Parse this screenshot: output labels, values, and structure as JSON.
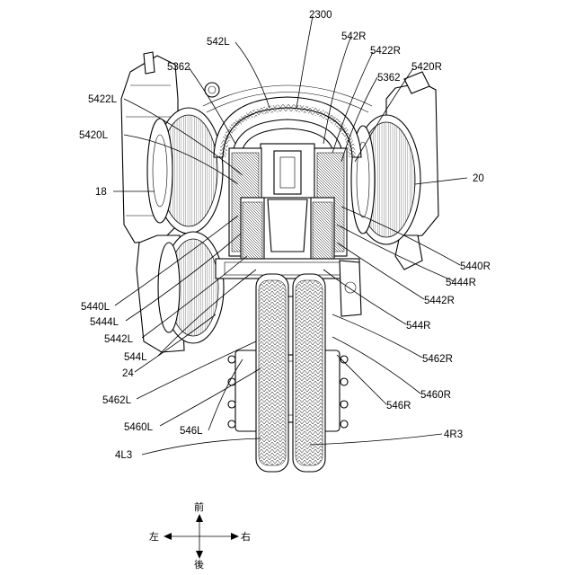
{
  "figure": {
    "labels": [
      {
        "id": "2300",
        "text": "2300"
      },
      {
        "id": "542L",
        "text": "542L"
      },
      {
        "id": "542R",
        "text": "542R"
      },
      {
        "id": "5422R",
        "text": "5422R"
      },
      {
        "id": "5362a",
        "text": "5362"
      },
      {
        "id": "5362b",
        "text": "5362"
      },
      {
        "id": "5420R",
        "text": "5420R"
      },
      {
        "id": "5422L",
        "text": "5422L"
      },
      {
        "id": "5420L",
        "text": "5420L"
      },
      {
        "id": "18",
        "text": "18"
      },
      {
        "id": "20",
        "text": "20"
      },
      {
        "id": "5440R",
        "text": "5440R"
      },
      {
        "id": "5444R",
        "text": "5444R"
      },
      {
        "id": "5442R",
        "text": "5442R"
      },
      {
        "id": "5440L",
        "text": "5440L"
      },
      {
        "id": "5444L",
        "text": "5444L"
      },
      {
        "id": "544R",
        "text": "544R"
      },
      {
        "id": "5442L",
        "text": "5442L"
      },
      {
        "id": "544L",
        "text": "544L"
      },
      {
        "id": "5462R",
        "text": "5462R"
      },
      {
        "id": "24",
        "text": "24"
      },
      {
        "id": "5460R",
        "text": "5460R"
      },
      {
        "id": "5462L",
        "text": "5462L"
      },
      {
        "id": "546R",
        "text": "546R"
      },
      {
        "id": "5460L",
        "text": "5460L"
      },
      {
        "id": "546L",
        "text": "546L"
      },
      {
        "id": "4R3",
        "text": "4R3"
      },
      {
        "id": "4L3",
        "text": "4L3"
      }
    ],
    "direction": {
      "front": "前",
      "rear": "後",
      "left": "左",
      "right": "右"
    }
  }
}
